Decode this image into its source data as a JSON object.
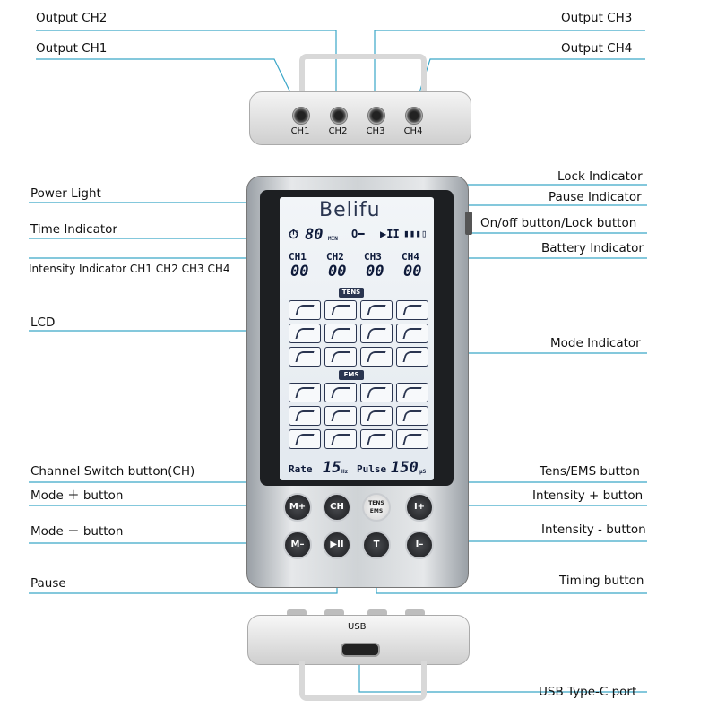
{
  "labels": {
    "output_ch2": "Output CH2",
    "output_ch1": "Output CH1",
    "output_ch3": "Output CH3",
    "output_ch4": "Output CH4",
    "lock_indicator": "Lock Indicator",
    "pause_indicator": "Pause Indicator",
    "power_light": "Power Light",
    "onoff_button": "On/off button/Lock button",
    "time_indicator": "Time Indicator",
    "battery_indicator": "Battery Indicator",
    "intensity_indicator": "Intensity Indicator CH1 CH2 CH3 CH4",
    "lcd": "LCD",
    "mode_indicator": "Mode Indicator",
    "channel_switch": "Channel Switch button(CH)",
    "tens_ems_button": "Tens/EMS button",
    "mode_plus": "Mode ＋ button",
    "intensity_plus": "Intensity + button",
    "mode_minus": "Mode － button",
    "intensity_minus": "Intensity - button",
    "pause": "Pause",
    "timing_button": "Timing button",
    "usb_typec": "USB Type-C port"
  },
  "device": {
    "brand": "Belifu",
    "jacks": [
      "CH1",
      "CH2",
      "CH3",
      "CH4"
    ],
    "usb_label": "USB",
    "lcd": {
      "time_value": "80",
      "time_unit": "MIN",
      "channels": [
        "CH1",
        "CH2",
        "CH3",
        "CH4"
      ],
      "channel_values": [
        "00",
        "00",
        "00",
        "00"
      ],
      "tens_label": "TENS",
      "ems_label": "EMS",
      "rate_label": "Rate",
      "rate_value": "15",
      "rate_unit": "Hz",
      "pulse_label": "Pulse",
      "pulse_value": "150",
      "pulse_unit": "μS"
    },
    "buttons": {
      "mode_plus": "M+",
      "ch": "CH",
      "tens_ems_top": "TENS",
      "tens_ems_bottom": "EMS",
      "intensity_plus": "I+",
      "mode_minus": "M–",
      "pause": "▶II",
      "timing": "T",
      "intensity_minus": "I–"
    }
  },
  "colors": {
    "leader_line": "#3aa6c8",
    "lcd_ink": "#0e1a3a"
  }
}
